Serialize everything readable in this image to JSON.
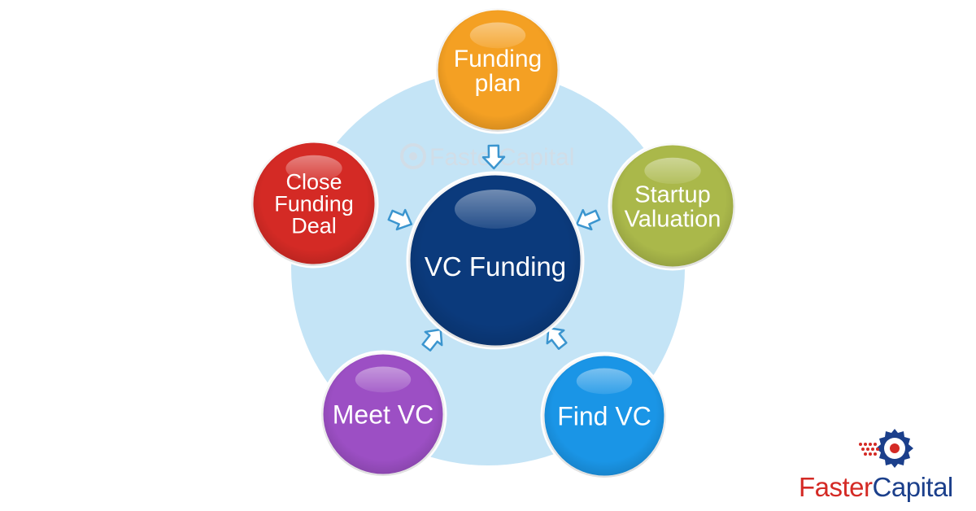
{
  "diagram": {
    "center": {
      "label": "VC Funding",
      "color": "#0b3a7c"
    },
    "nodes": [
      {
        "id": "funding-plan",
        "lines": [
          "Funding",
          "plan"
        ],
        "color": "#f4a023"
      },
      {
        "id": "startup-valuation",
        "lines": [
          "Startup",
          "Valuation"
        ],
        "color": "#aab84a"
      },
      {
        "id": "find-vc",
        "lines": [
          "Find VC"
        ],
        "color": "#1a95e6"
      },
      {
        "id": "meet-vc",
        "lines": [
          "Meet VC"
        ],
        "color": "#9c4fc4"
      },
      {
        "id": "close-funding-deal",
        "lines": [
          "Close",
          "Funding",
          "Deal"
        ],
        "color": "#d42a25"
      }
    ],
    "ring_color": "#c4e4f6",
    "arrow_color": "#3b95cf"
  },
  "watermark": {
    "text": "FasterCapital"
  },
  "brand": {
    "part1": "Faster",
    "part2": "Capital",
    "part1_color": "#d42a25",
    "part2_color": "#1b3f8b",
    "icon": "gear-logo-icon"
  }
}
